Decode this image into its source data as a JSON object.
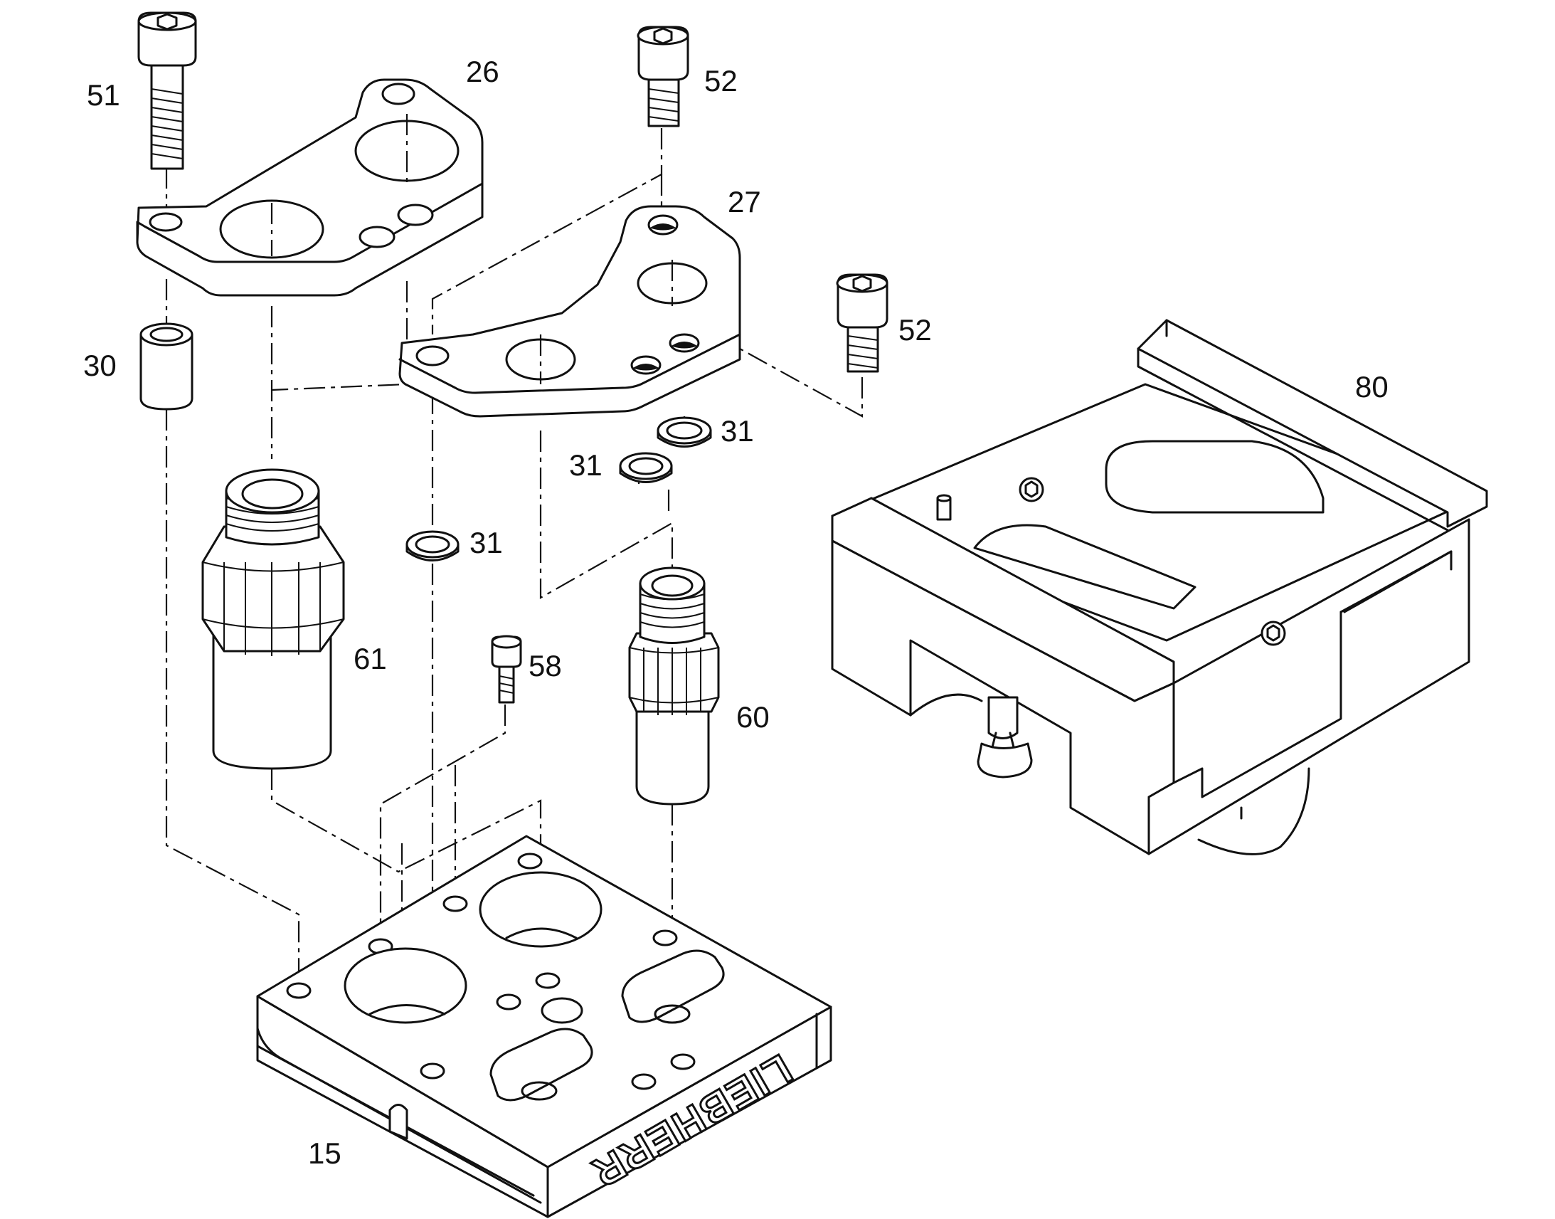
{
  "callouts": {
    "c51": "51",
    "c26": "26",
    "c52_top": "52",
    "c27": "27",
    "c52_right": "52",
    "c30": "30",
    "c80": "80",
    "c31_a": "31",
    "c31_b": "31",
    "c31_c": "31",
    "c61": "61",
    "c58": "58",
    "c60": "60",
    "c15": "15"
  },
  "brand_mark": "LIEBHERR",
  "colors": {
    "line": "#111111",
    "background": "#ffffff"
  }
}
